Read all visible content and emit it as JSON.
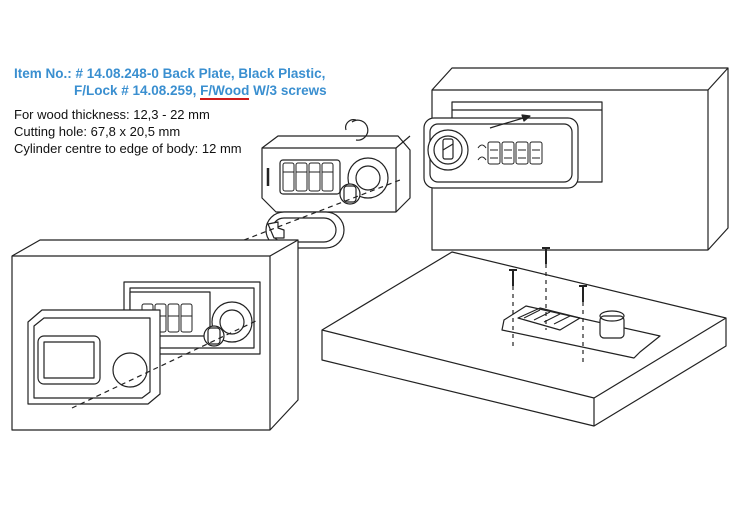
{
  "header": {
    "line1": "Item No.: # 14.08.248-0 Back Plate, Black Plastic,",
    "line2_prefix": "F/Lock # 14.08.259, ",
    "line2_highlight": "F/Wood",
    "line2_suffix": " W/3 screws",
    "title_color": "#3a8fd0",
    "underline_color": "#d11c1c"
  },
  "specs": [
    "For wood thickness: 12,3 - 22 mm",
    "Cutting hole: 67,8 x 20,5 mm",
    "Cylinder centre to edge of body: 12 mm"
  ]
}
